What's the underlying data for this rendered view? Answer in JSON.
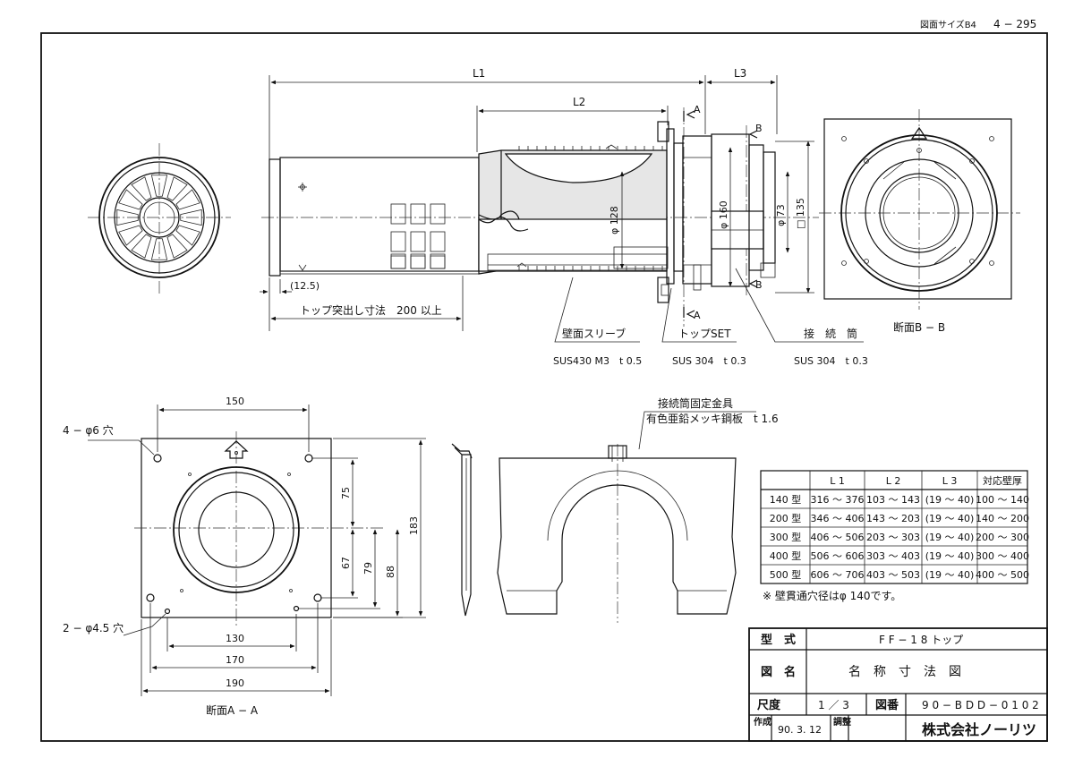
{
  "header": {
    "paper_size": "図面サイズB4",
    "page_number": "4 − 295"
  },
  "side_view": {
    "dim_l1": "L1",
    "dim_l2": "L2",
    "dim_l3": "L3",
    "dim_phi128": "φ 128",
    "dim_phi160": "φ 160",
    "dim_phi73": "φ 73",
    "dim_sq135": "□ 135",
    "dim_12_5": "(12.5)",
    "protrusion": "トップ突出し寸法　200 以上",
    "section_a": "A",
    "section_b": "B"
  },
  "callouts": {
    "sleeve_name": "壁面スリーブ",
    "sleeve_spec": "SUS430 M3　t 0.5",
    "top_set_name": "トップSET",
    "top_set_spec": "SUS 304　t 0.3",
    "tube_name": "接　続　筒",
    "tube_spec": "SUS 304　t 0.3",
    "bracket_name": "接続筒固定金具",
    "bracket_spec": "有色亜鉛メッキ鋼板　t 1.6"
  },
  "section_bb": {
    "caption": "断面B − B"
  },
  "section_aa": {
    "caption": "断面A − A",
    "hole_6": "4 − φ6 穴",
    "hole_45": "2 − φ4.5 穴",
    "d150": "150",
    "d130": "130",
    "d170": "170",
    "d190": "190",
    "d75": "75",
    "d67": "67",
    "d79": "79",
    "d88": "88",
    "d183": "183"
  },
  "spec_table": {
    "headers": [
      "",
      "L 1",
      "L 2",
      "L 3",
      "対応壁厚"
    ],
    "rows": [
      [
        "140 型",
        "316 〜 376",
        "103 〜 143",
        "(19 〜 40)",
        "100 〜 140"
      ],
      [
        "200 型",
        "346 〜 406",
        "143 〜 203",
        "(19 〜 40)",
        "140 〜 200"
      ],
      [
        "300 型",
        "406 〜 506",
        "203 〜 303",
        "(19 〜 40)",
        "200 〜 300"
      ],
      [
        "400 型",
        "506 〜 606",
        "303 〜 403",
        "(19 〜 40)",
        "300 〜 400"
      ],
      [
        "500 型",
        "606 〜 706",
        "403 〜 503",
        "(19 〜 40)",
        "400 〜 500"
      ]
    ],
    "note": "※ 壁貫通穴径はφ 140です。"
  },
  "title_block": {
    "model_label": "型　式",
    "model_value": "F F − 1 8 トップ",
    "name_label": "図　名",
    "name_value": "名　称　寸　法　図",
    "scale_label": "尺度",
    "scale_value": "1 ／ 3",
    "drawing_no_label": "図番",
    "drawing_no_value": "9 0 − B D D − 0 1 0 2",
    "created_label": "作成",
    "created_value": "90. 3. 12",
    "adjusted_label": "調整",
    "company": "株式会社ノーリツ"
  }
}
